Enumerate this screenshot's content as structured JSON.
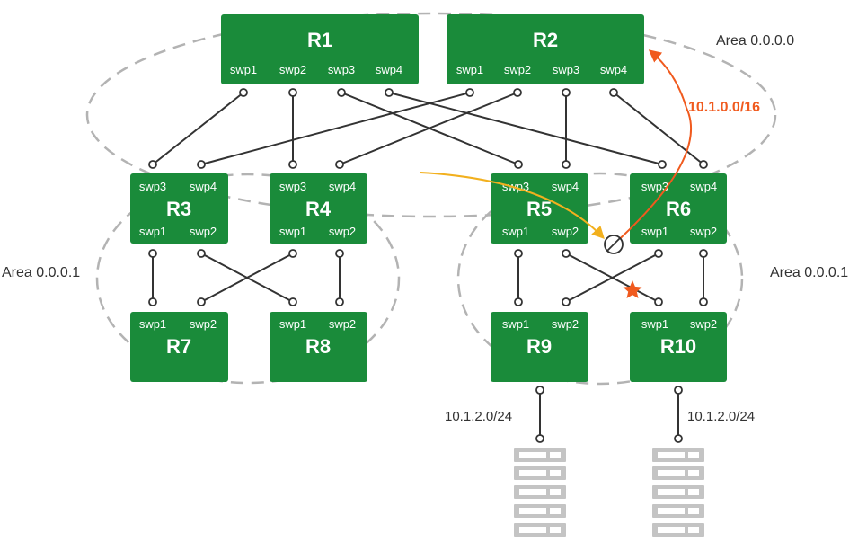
{
  "colors": {
    "router_fill": "#1a8b3a",
    "link": "#333333",
    "area_dash": "#b3b3b3",
    "route_arrow": "#f05a1e",
    "traffic_arrow": "#f2b01e",
    "failure_star": "#f05a1e",
    "server": "#c4c4c4"
  },
  "areas": {
    "backbone": "Area 0.0.0.0",
    "left": "Area 0.0.0.1",
    "right": "Area 0.0.0.1"
  },
  "routers": {
    "r1": {
      "name": "R1",
      "ports": [
        "swp1",
        "swp2",
        "swp3",
        "swp4"
      ]
    },
    "r2": {
      "name": "R2",
      "ports": [
        "swp1",
        "swp2",
        "swp3",
        "swp4"
      ]
    },
    "r3": {
      "name": "R3",
      "top_ports": [
        "swp3",
        "swp4"
      ],
      "bottom_ports": [
        "swp1",
        "swp2"
      ]
    },
    "r4": {
      "name": "R4",
      "top_ports": [
        "swp3",
        "swp4"
      ],
      "bottom_ports": [
        "swp1",
        "swp2"
      ]
    },
    "r5": {
      "name": "R5",
      "top_ports": [
        "swp3",
        "swp4"
      ],
      "bottom_ports": [
        "swp1",
        "swp2"
      ]
    },
    "r6": {
      "name": "R6",
      "top_ports": [
        "swp3",
        "swp4"
      ],
      "bottom_ports": [
        "swp1",
        "swp2"
      ]
    },
    "r7": {
      "name": "R7",
      "ports": [
        "swp1",
        "swp2"
      ]
    },
    "r8": {
      "name": "R8",
      "ports": [
        "swp1",
        "swp2"
      ]
    },
    "r9": {
      "name": "R9",
      "ports": [
        "swp1",
        "swp2"
      ]
    },
    "r10": {
      "name": "R10",
      "ports": [
        "swp1",
        "swp2"
      ]
    }
  },
  "route_label": "10.1.0.0/16",
  "subnets": {
    "r9": "10.1.2.0/24",
    "r10": "10.1.2.0/24"
  },
  "icons": {
    "blocked": "blocked-icon",
    "failure": "star-icon",
    "server": "server-rack-icon"
  }
}
